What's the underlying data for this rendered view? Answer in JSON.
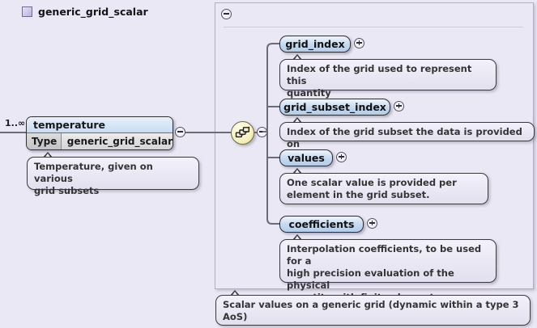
{
  "diagram": {
    "cardinality": "1..∞",
    "element": {
      "name": "temperature",
      "type_label": "Type",
      "type_value": "generic_grid_scalar",
      "annotation": "Temperature, given on various\ngrid subsets"
    },
    "compositor": {
      "kind": "sequence-icon",
      "collapse_left": "⊖",
      "collapse_right": "⊖"
    },
    "container": {
      "title": "generic_grid_scalar",
      "collapse_toggle": "⊖",
      "type_icon": "complex-type-icon",
      "footer_annotation": "Scalar values on a generic grid (dynamic within a type 3\nAoS)"
    },
    "children": [
      {
        "name": "grid_index",
        "expand_toggle": "⊕",
        "annotation": "Index of the grid used to represent this\nquantity"
      },
      {
        "name": "grid_subset_index",
        "expand_toggle": "⊕",
        "annotation": "Index of the grid subset the data is provided on"
      },
      {
        "name": "values",
        "expand_toggle": "⊕",
        "annotation": "One scalar value is provided per\nelement in the grid subset."
      },
      {
        "name": "coefficients",
        "expand_toggle": "⊕",
        "annotation": "Interpolation coefficients, to be used for a\nhigh precision evaluation of the physical\nquantity with finite elements,..."
      }
    ],
    "colors": {
      "page_background": "#ebe8f5",
      "element_header": "#c8dcf2",
      "node_fill": "#c5daf1",
      "compositor_fill": "#f7f2c2",
      "line": "#6c6c74",
      "type_icon": "#b9b1dd"
    }
  }
}
